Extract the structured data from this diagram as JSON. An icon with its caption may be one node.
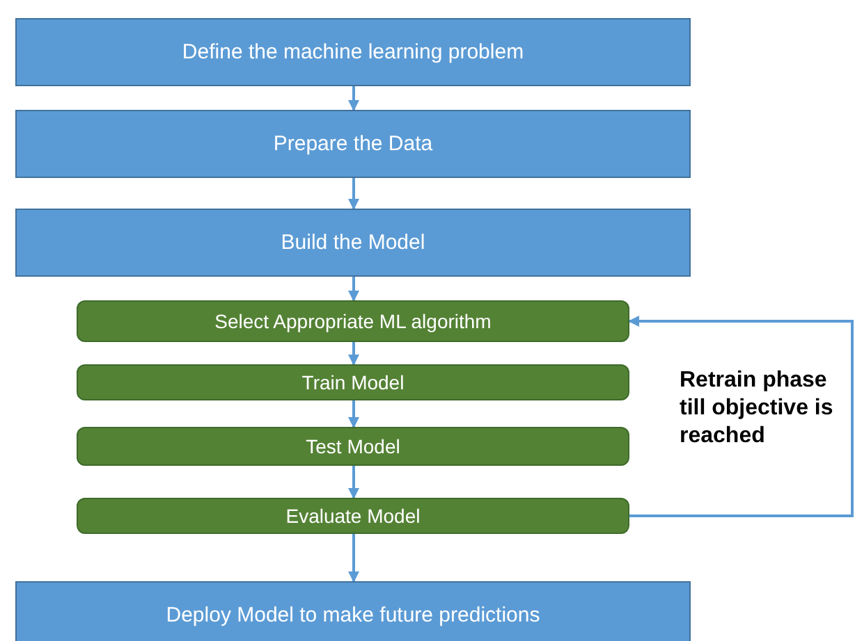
{
  "diagram": {
    "nodes": [
      {
        "text": [
          "Define the machine learning problem"
        ]
      },
      {
        "text": [
          "Prepare the Data"
        ]
      },
      {
        "text": [
          "Build the Model"
        ]
      },
      {
        "text": [
          "Select Appropriate ML algorithm"
        ]
      },
      {
        "text": [
          "Train Model"
        ]
      },
      {
        "text": [
          "Test Model"
        ]
      },
      {
        "text": [
          "Evaluate Model"
        ]
      },
      {
        "text": [
          "Deploy Model to make future predictions"
        ]
      }
    ],
    "edges": [
      {
        "from": 0,
        "to": 1,
        "arrow": "to"
      },
      {
        "from": 1,
        "to": 2,
        "arrow": "to"
      },
      {
        "from": 2,
        "to": 3,
        "arrow": "to"
      },
      {
        "from": 3,
        "to": 4,
        "arrow": "to"
      },
      {
        "from": 4,
        "to": 5,
        "arrow": "to"
      },
      {
        "from": 5,
        "to": 6,
        "arrow": "to"
      },
      {
        "from": 6,
        "to": 7,
        "arrow": "to"
      },
      {
        "from": 6,
        "to": 3,
        "arrow": "to",
        "label": "Retrain phase till objective is reached"
      }
    ]
  }
}
